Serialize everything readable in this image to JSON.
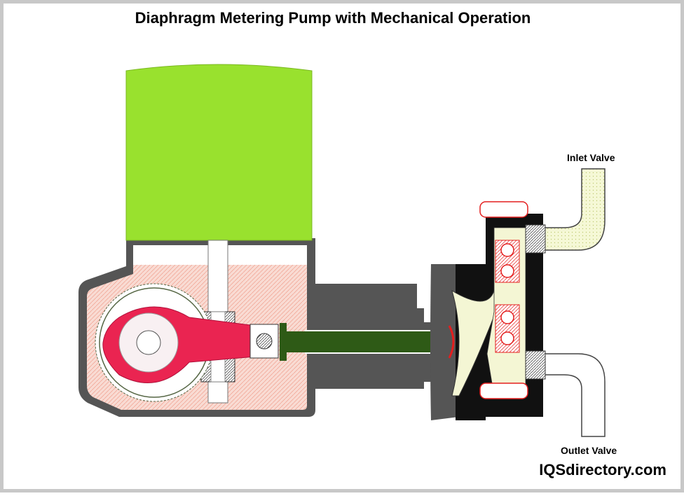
{
  "title": "Diaphragm Metering Pump with Mechanical Operation",
  "labels": {
    "inlet_valve": "Inlet Valve",
    "outlet_valve": "Outlet Valve"
  },
  "brand": "IQSdirectory.com",
  "colors": {
    "motor": "#99e12e",
    "housing": "#555555",
    "oil": "#f7dcd2",
    "crank_arm": "#ea2451",
    "push_rod": "#2e5a16",
    "fluid": "#f4f6d4",
    "pipe_stroke": "#444444",
    "valve_outline": "#e41e1e"
  }
}
